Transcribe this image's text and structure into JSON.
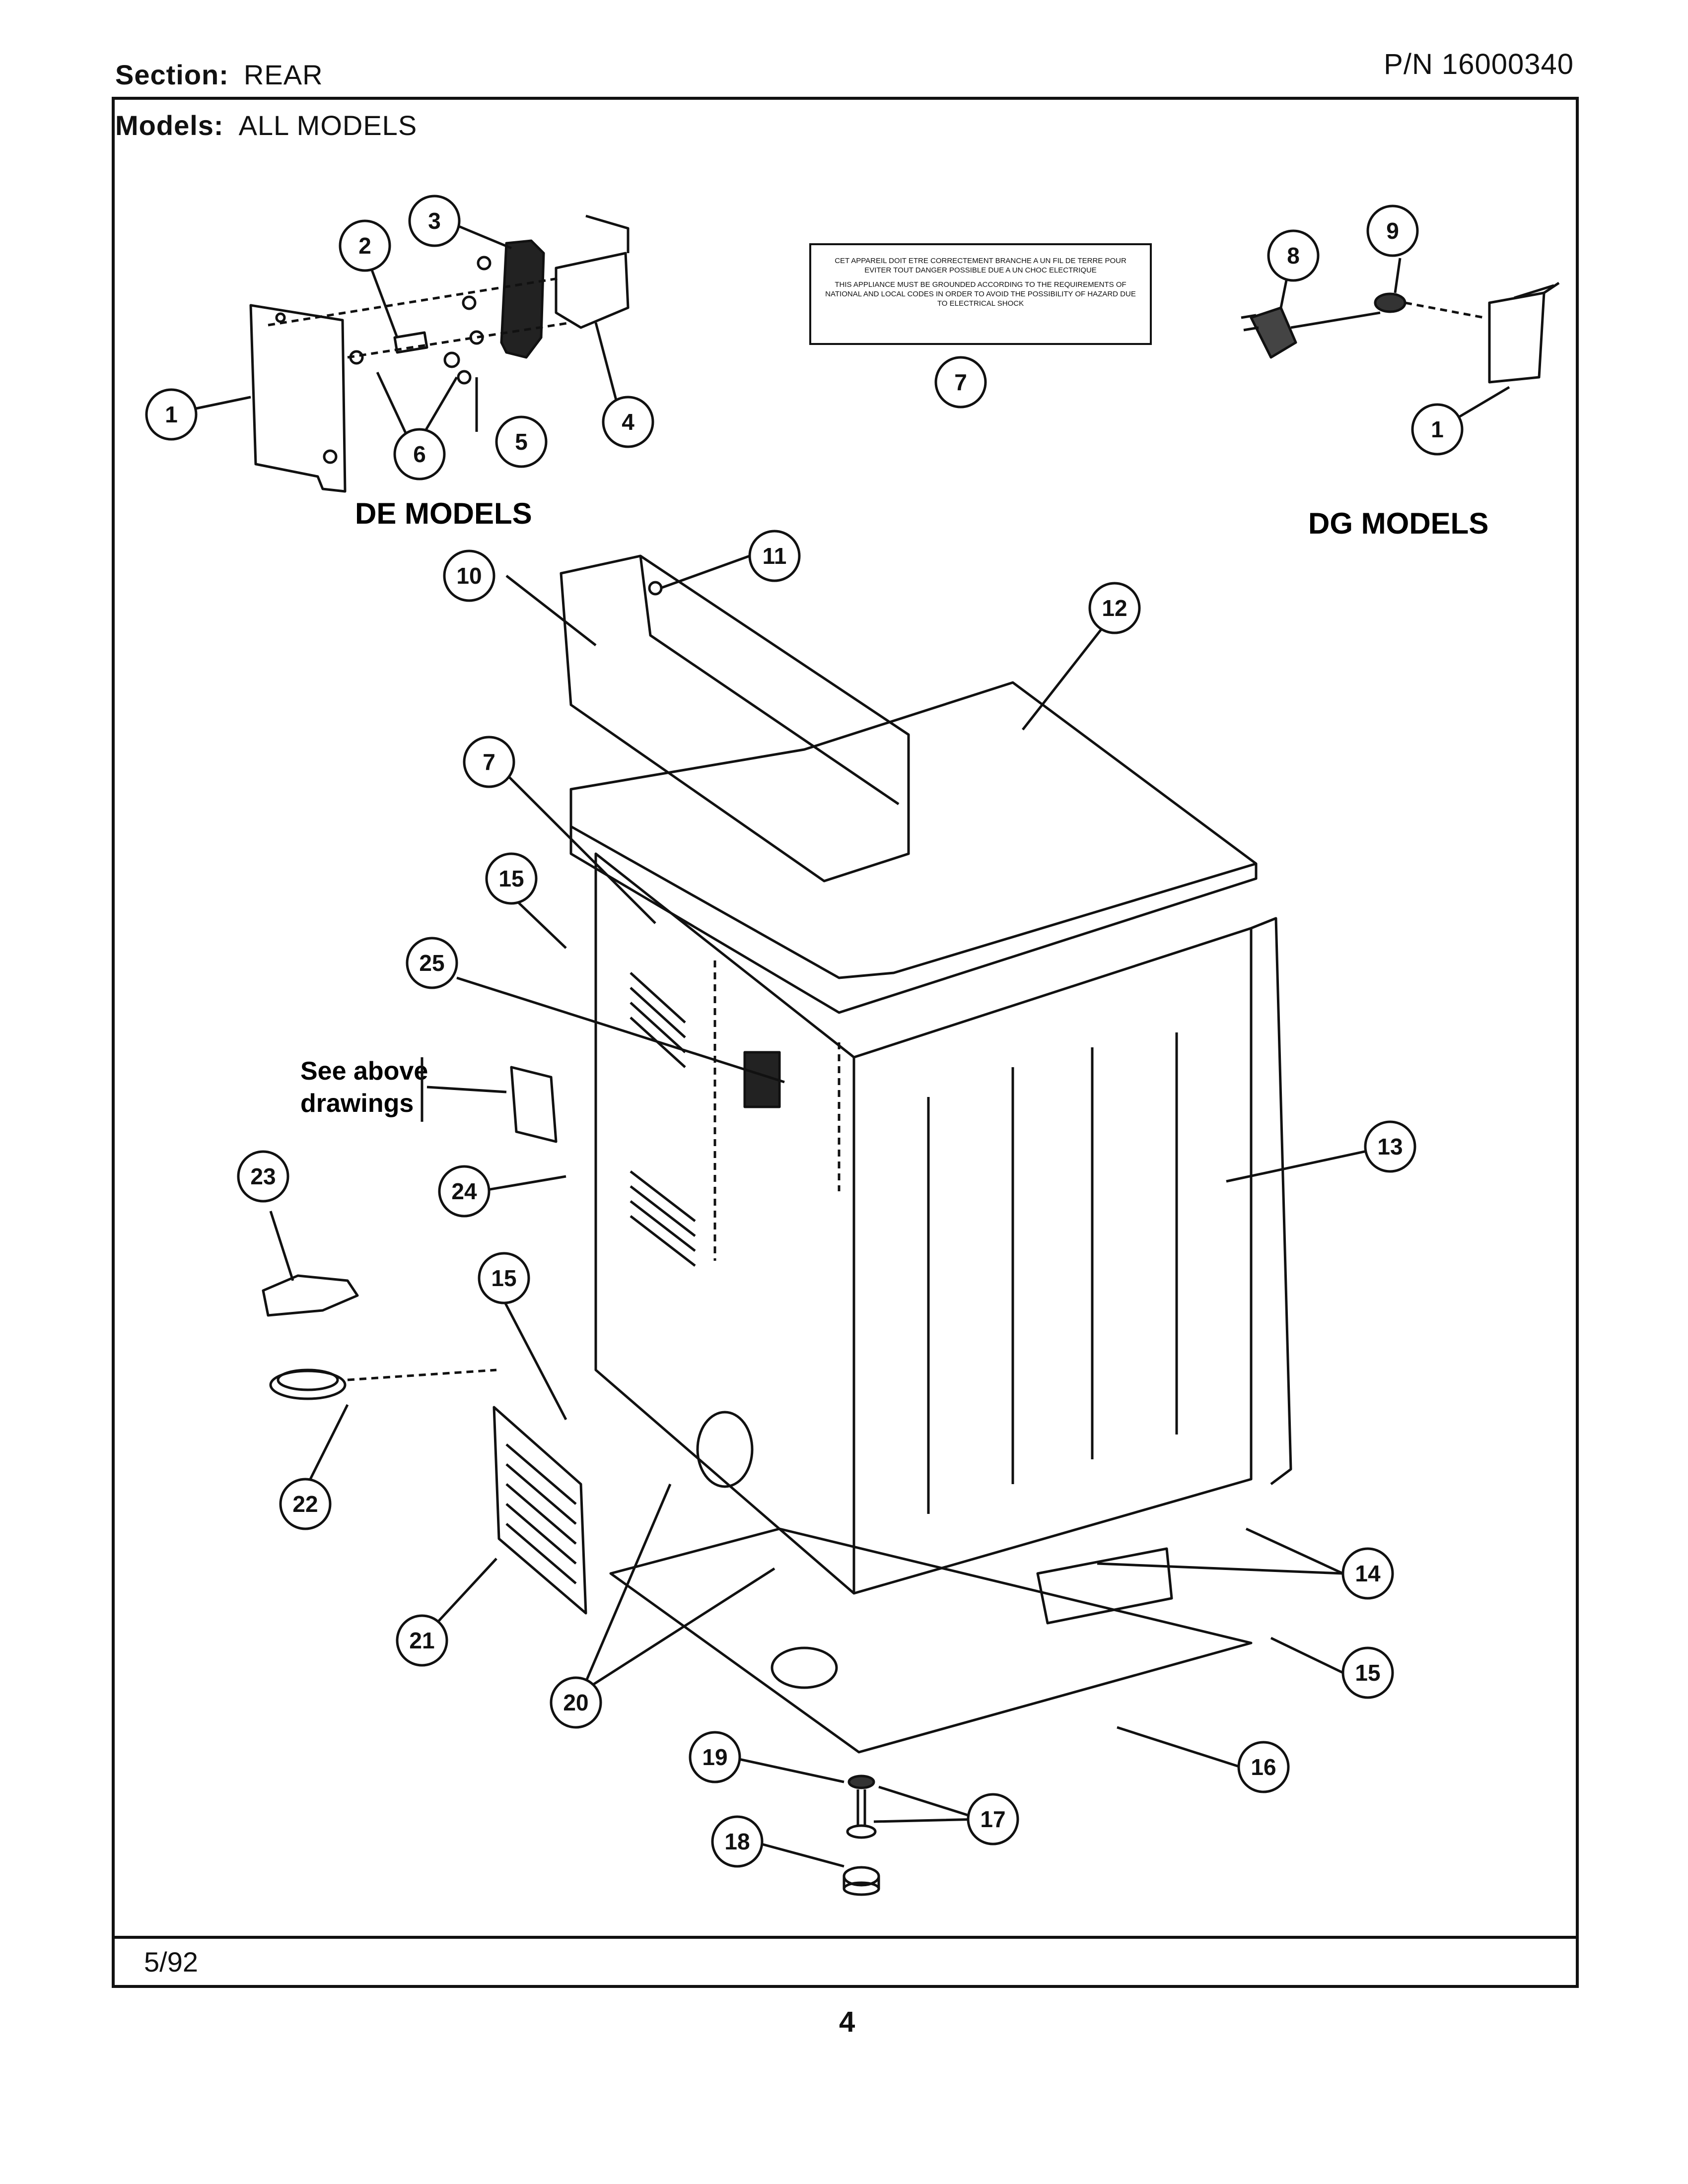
{
  "header": {
    "section_label": "Section:",
    "section_value": "REAR",
    "models_label": "Models:",
    "models_value": "ALL MODELS",
    "part_number": "P/N 16000340"
  },
  "footer": {
    "date": "5/92",
    "page": "4"
  },
  "groups": {
    "de_models": "DE MODELS",
    "dg_models": "DG MODELS",
    "see_above_line1": "See above",
    "see_above_line2": "drawings"
  },
  "warning_label": {
    "french": "CET APPAREIL DOIT ETRE CORRECTEMENT BRANCHE A UN FIL DE TERRE POUR EVITER TOUT DANGER POSSIBLE DUE A UN CHOC ELECTRIQUE",
    "english": "THIS APPLIANCE MUST BE GROUNDED ACCORDING TO THE REQUIREMENTS OF NATIONAL AND LOCAL CODES IN ORDER TO AVOID THE POSSIBILITY OF HAZARD DUE TO ELECTRICAL SHOCK"
  },
  "callouts": [
    "1",
    "2",
    "3",
    "4",
    "5",
    "6",
    "7",
    "8",
    "9",
    "1",
    "10",
    "11",
    "12",
    "7",
    "15",
    "25",
    "13",
    "24",
    "23",
    "15",
    "22",
    "21",
    "20",
    "14",
    "15",
    "16",
    "19",
    "17",
    "18"
  ]
}
